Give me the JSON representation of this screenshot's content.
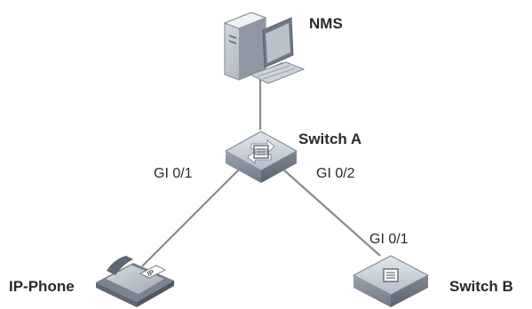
{
  "nodes": {
    "nms": {
      "label": "NMS",
      "icon": "computer-icon"
    },
    "switch_a": {
      "label": "Switch A",
      "icon": "switch-icon"
    },
    "switch_b": {
      "label": "Switch B",
      "icon": "switch-icon"
    },
    "ip_phone": {
      "label": "IP-Phone",
      "icon": "ip-phone-icon"
    }
  },
  "ports": {
    "switch_a_gi01": "GI 0/1",
    "switch_a_gi02": "GI 0/2",
    "switch_b_gi01": "GI 0/1"
  },
  "phone_badge": "IP",
  "colors": {
    "link": "#8a8a8a",
    "device_top": "#c9cfd6",
    "device_side": "#8d96a1",
    "device_dark": "#5f6873",
    "label": "#2a2a2a"
  }
}
